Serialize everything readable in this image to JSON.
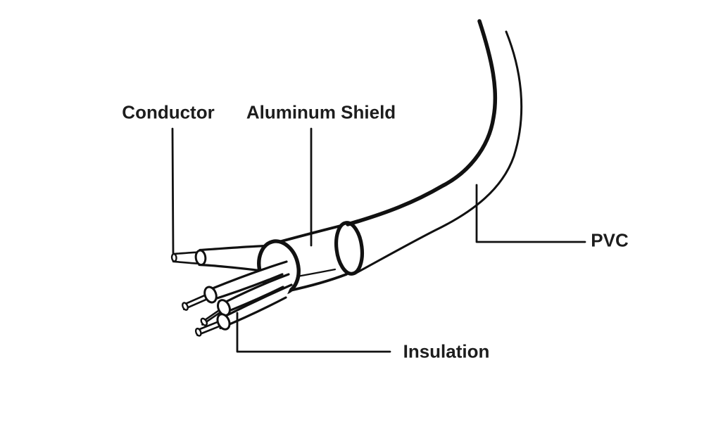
{
  "diagram": {
    "type": "labeled-line-art",
    "subject": "stripped coaxial/multi-core cable cutaway",
    "labels": {
      "conductor": "Conductor",
      "aluminum_shield": "Aluminum Shield",
      "pvc": "PVC",
      "insulation": "Insulation"
    },
    "colors": {
      "background": "#ffffff",
      "line": "#111111",
      "text": "#1d1d1d"
    }
  }
}
